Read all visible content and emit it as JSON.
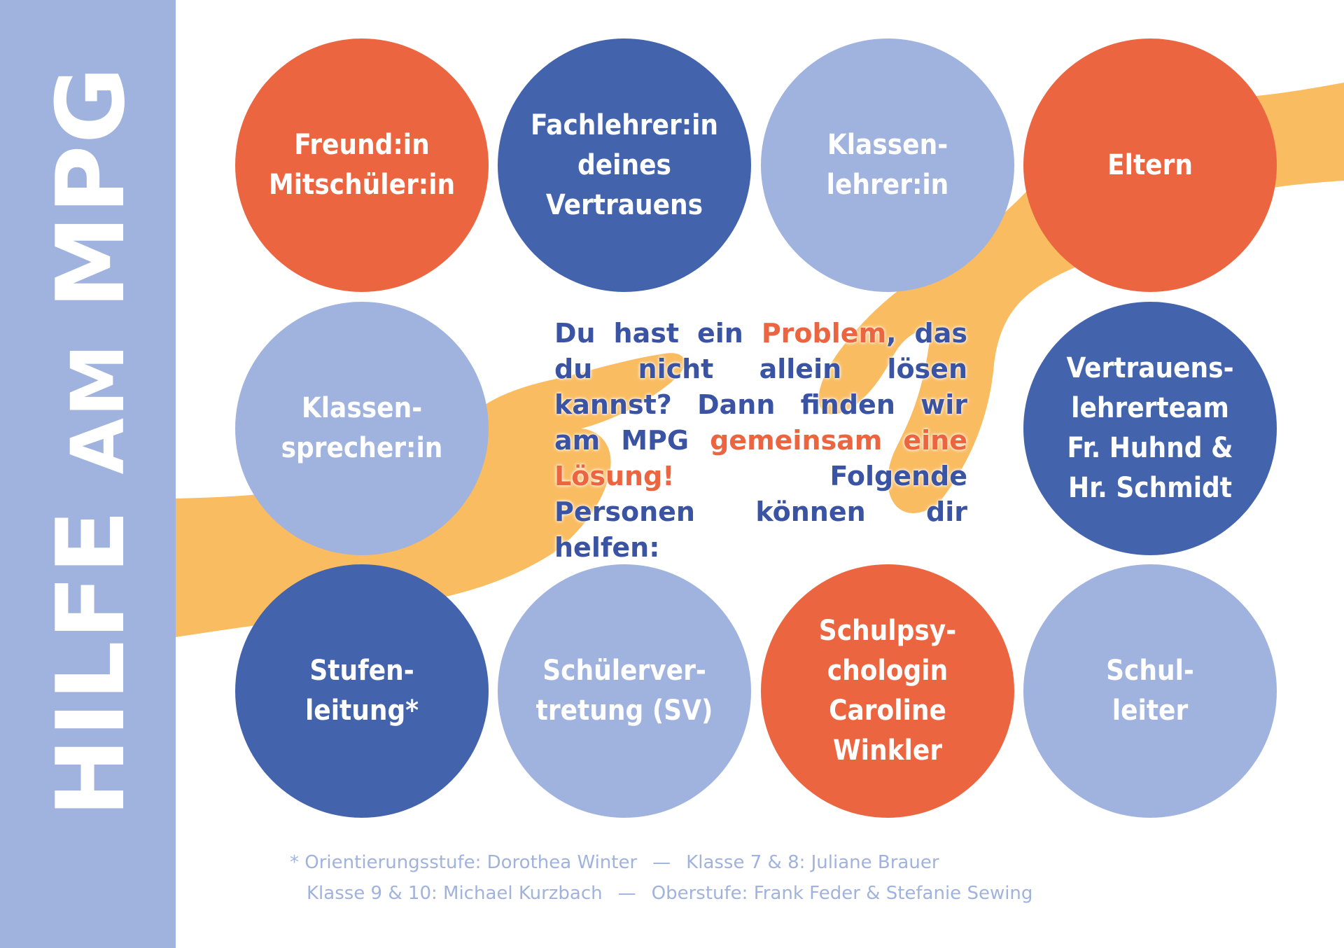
{
  "sidebar": {
    "title_part1": "HILFE",
    "title_part2": "AM",
    "title_part3": "MPG"
  },
  "colors": {
    "orange": "#eb6640",
    "dark_blue": "#4363ad",
    "light_blue": "#a0b2de",
    "hand": "#f9bc61",
    "text_blue": "#3a54a3"
  },
  "helpers": [
    {
      "label": "Freund:in\nMitschüler:in",
      "color": "orange"
    },
    {
      "label": "Fachlehrer:in\ndeines\nVertrauens",
      "color": "dark_blue"
    },
    {
      "label": "Klassen-\nlehrer:in",
      "color": "light_blue"
    },
    {
      "label": "Eltern",
      "color": "orange"
    },
    {
      "label": "Klassen-\nsprecher:in",
      "color": "light_blue"
    },
    {
      "label": "Vertrauens-\nlehrerteam\nFr. Huhnd &\nHr. Schmidt",
      "color": "dark_blue"
    },
    {
      "label": "Stufen-\nleitung*",
      "color": "dark_blue"
    },
    {
      "label": "Schülerver-\ntretung (SV)",
      "color": "light_blue"
    },
    {
      "label": "Schulpsy-\nchologin\nCaroline\nWinkler",
      "color": "orange"
    },
    {
      "label": "Schul-\nleiter",
      "color": "light_blue"
    }
  ],
  "message": {
    "p1": "Du hast ein ",
    "accent1": "Problem",
    "p2": ", das du nicht allein lösen kannst? Dann finden wir am MPG ",
    "accent2": "gemeinsam eine Lösung!",
    "p3": " Folgende Personen können dir helfen:"
  },
  "footnote": {
    "marker": "*",
    "item1": "Orientierungsstufe: Dorothea Winter",
    "item2": "Klasse 7 & 8: Juliane Brauer",
    "item3": "Klasse 9 & 10: Michael Kurzbach",
    "item4": "Oberstufe: Frank Feder & Stefanie Sewing",
    "separator": "—"
  }
}
